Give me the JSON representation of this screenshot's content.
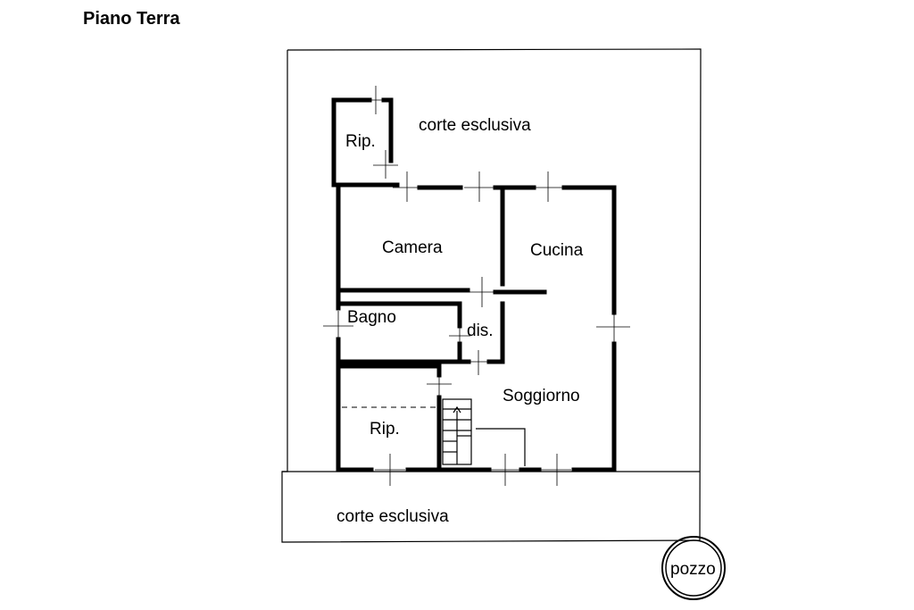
{
  "title": "Piano Terra",
  "labels": {
    "corte_top": "corte esclusiva",
    "corte_bottom": "corte esclusiva",
    "rip_top": "Rip.",
    "camera": "Camera",
    "cucina": "Cucina",
    "bagno": "Bagno",
    "dis": "dis.",
    "soggiorno": "Soggiorno",
    "rip_bottom": "Rip.",
    "pozzo": "pozzo"
  }
}
